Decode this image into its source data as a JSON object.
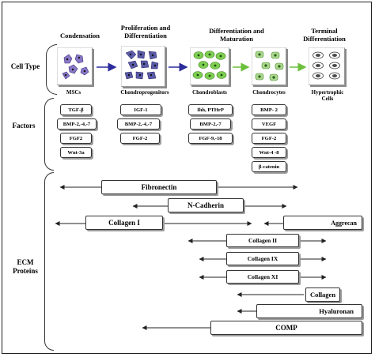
{
  "stages": {
    "condensation": "Condensation",
    "proliferation": "Proliferation and Differentiation",
    "differentiation": "Differentiation and Maturation",
    "terminal": "Terminal Differentiation"
  },
  "row_labels": {
    "cell_type": "Cell Type",
    "factors": "Factors",
    "ecm": "ECM Proteins"
  },
  "cells": [
    {
      "label": "MSCs"
    },
    {
      "label": "Chondroprogenitors"
    },
    {
      "label": "Chondroblasts"
    },
    {
      "label": "Chondrocytes"
    },
    {
      "label": "Hypertrophic Cells"
    }
  ],
  "factors": {
    "msc": [
      "TGF-β",
      "BMP-2,-4,-7",
      "FGF2",
      "Wnt-3a"
    ],
    "chondroprogenitor": [
      "IGF-1",
      "BMP-2,-4,-7",
      "FGF-2"
    ],
    "chondroblast": [
      "Ihh, PTHrP",
      "BMP-2,-7",
      "FGF-9,-18"
    ],
    "chondrocyte": [
      "BMP- 2",
      "VEGF",
      "FGF-2",
      "Wnt-4 -8",
      "β-catenin"
    ]
  },
  "ecm_proteins": [
    "Fibronectin",
    "N-Cadherin",
    "Collagen I",
    "Aggrecan",
    "Collagen II",
    "Collagen IX",
    "Collagen XI",
    "Collagen",
    "Hyaluronan",
    "COMP"
  ],
  "colors": {
    "stage_arrow": "#2b2b9b",
    "green_arrow": "#6bbf3a",
    "msc_cell": "#8a78c8",
    "progenitor_cell": "#5a5aa8",
    "chondroblast_cell": "#7fcf52",
    "chondrocyte_cell": "#a9d88e",
    "hypertrophic_cell": "#4a4a4a"
  }
}
